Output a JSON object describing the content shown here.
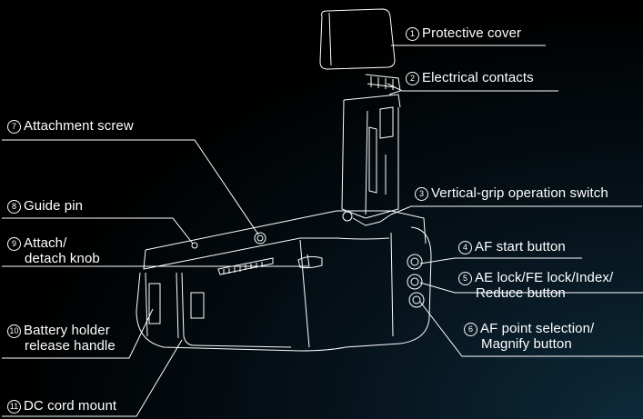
{
  "callouts": [
    {
      "num": "1",
      "text": "Protective cover"
    },
    {
      "num": "2",
      "text": "Electrical contacts"
    },
    {
      "num": "3",
      "text": "Vertical-grip operation switch"
    },
    {
      "num": "4",
      "text": "AF start button"
    },
    {
      "num": "5",
      "text": "AE lock/FE lock/Index/",
      "text2": "Reduce button"
    },
    {
      "num": "6",
      "text": "AF point selection/",
      "text2": "Magnify button"
    },
    {
      "num": "7",
      "text": "Attachment screw"
    },
    {
      "num": "8",
      "text": "Guide pin"
    },
    {
      "num": "9",
      "text": "Attach/",
      "text2": "detach knob"
    },
    {
      "num": "10",
      "text": "Battery holder",
      "text2": "release handle"
    },
    {
      "num": "11",
      "text": "DC cord mount"
    }
  ],
  "colors": {
    "background": "#000000",
    "line": "#ffffff",
    "text": "#ffffff"
  }
}
